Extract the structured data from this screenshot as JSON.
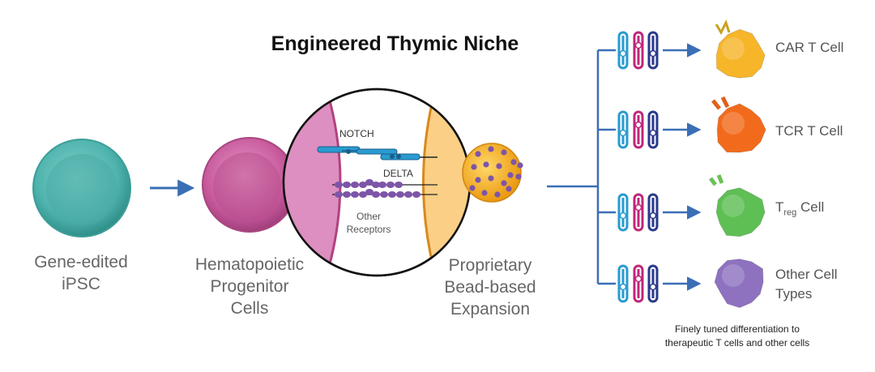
{
  "title": "Engineered Thymic Niche",
  "stages": {
    "ipsc": [
      "Gene-edited",
      "iPSC"
    ],
    "hpc": [
      "Hematopoietic",
      "Progenitor",
      "Cells"
    ],
    "bead": [
      "Proprietary",
      "Bead-based",
      "Expansion"
    ]
  },
  "receptors": {
    "notch": "NOTCH",
    "delta": "DELTA",
    "other": [
      "Other",
      "Receptors"
    ]
  },
  "outputs": [
    {
      "label": "CAR T Cell",
      "color": "#f7b52a"
    },
    {
      "label": "TCR T Cell",
      "color": "#f26b1d"
    },
    {
      "label_main": "T",
      "label_sub": "reg",
      "label_rest": " Cell",
      "color": "#5ebf55"
    },
    {
      "label": [
        "Other Cell",
        "Types"
      ],
      "color": "#8e72c0"
    }
  ],
  "caption": [
    "Finely tuned differentiation to",
    "therapeutic T cells and other cells"
  ],
  "colors": {
    "arrow": "#3a6fb5",
    "ipsc": "#4fb3ad",
    "hpc": "#c85a9c",
    "bead": "#f2a81d",
    "bead_dots": "#7d55a8",
    "marker_blue": "#2a9bd0",
    "marker_pink": "#c0267a",
    "marker_navy": "#2b3a8c"
  }
}
